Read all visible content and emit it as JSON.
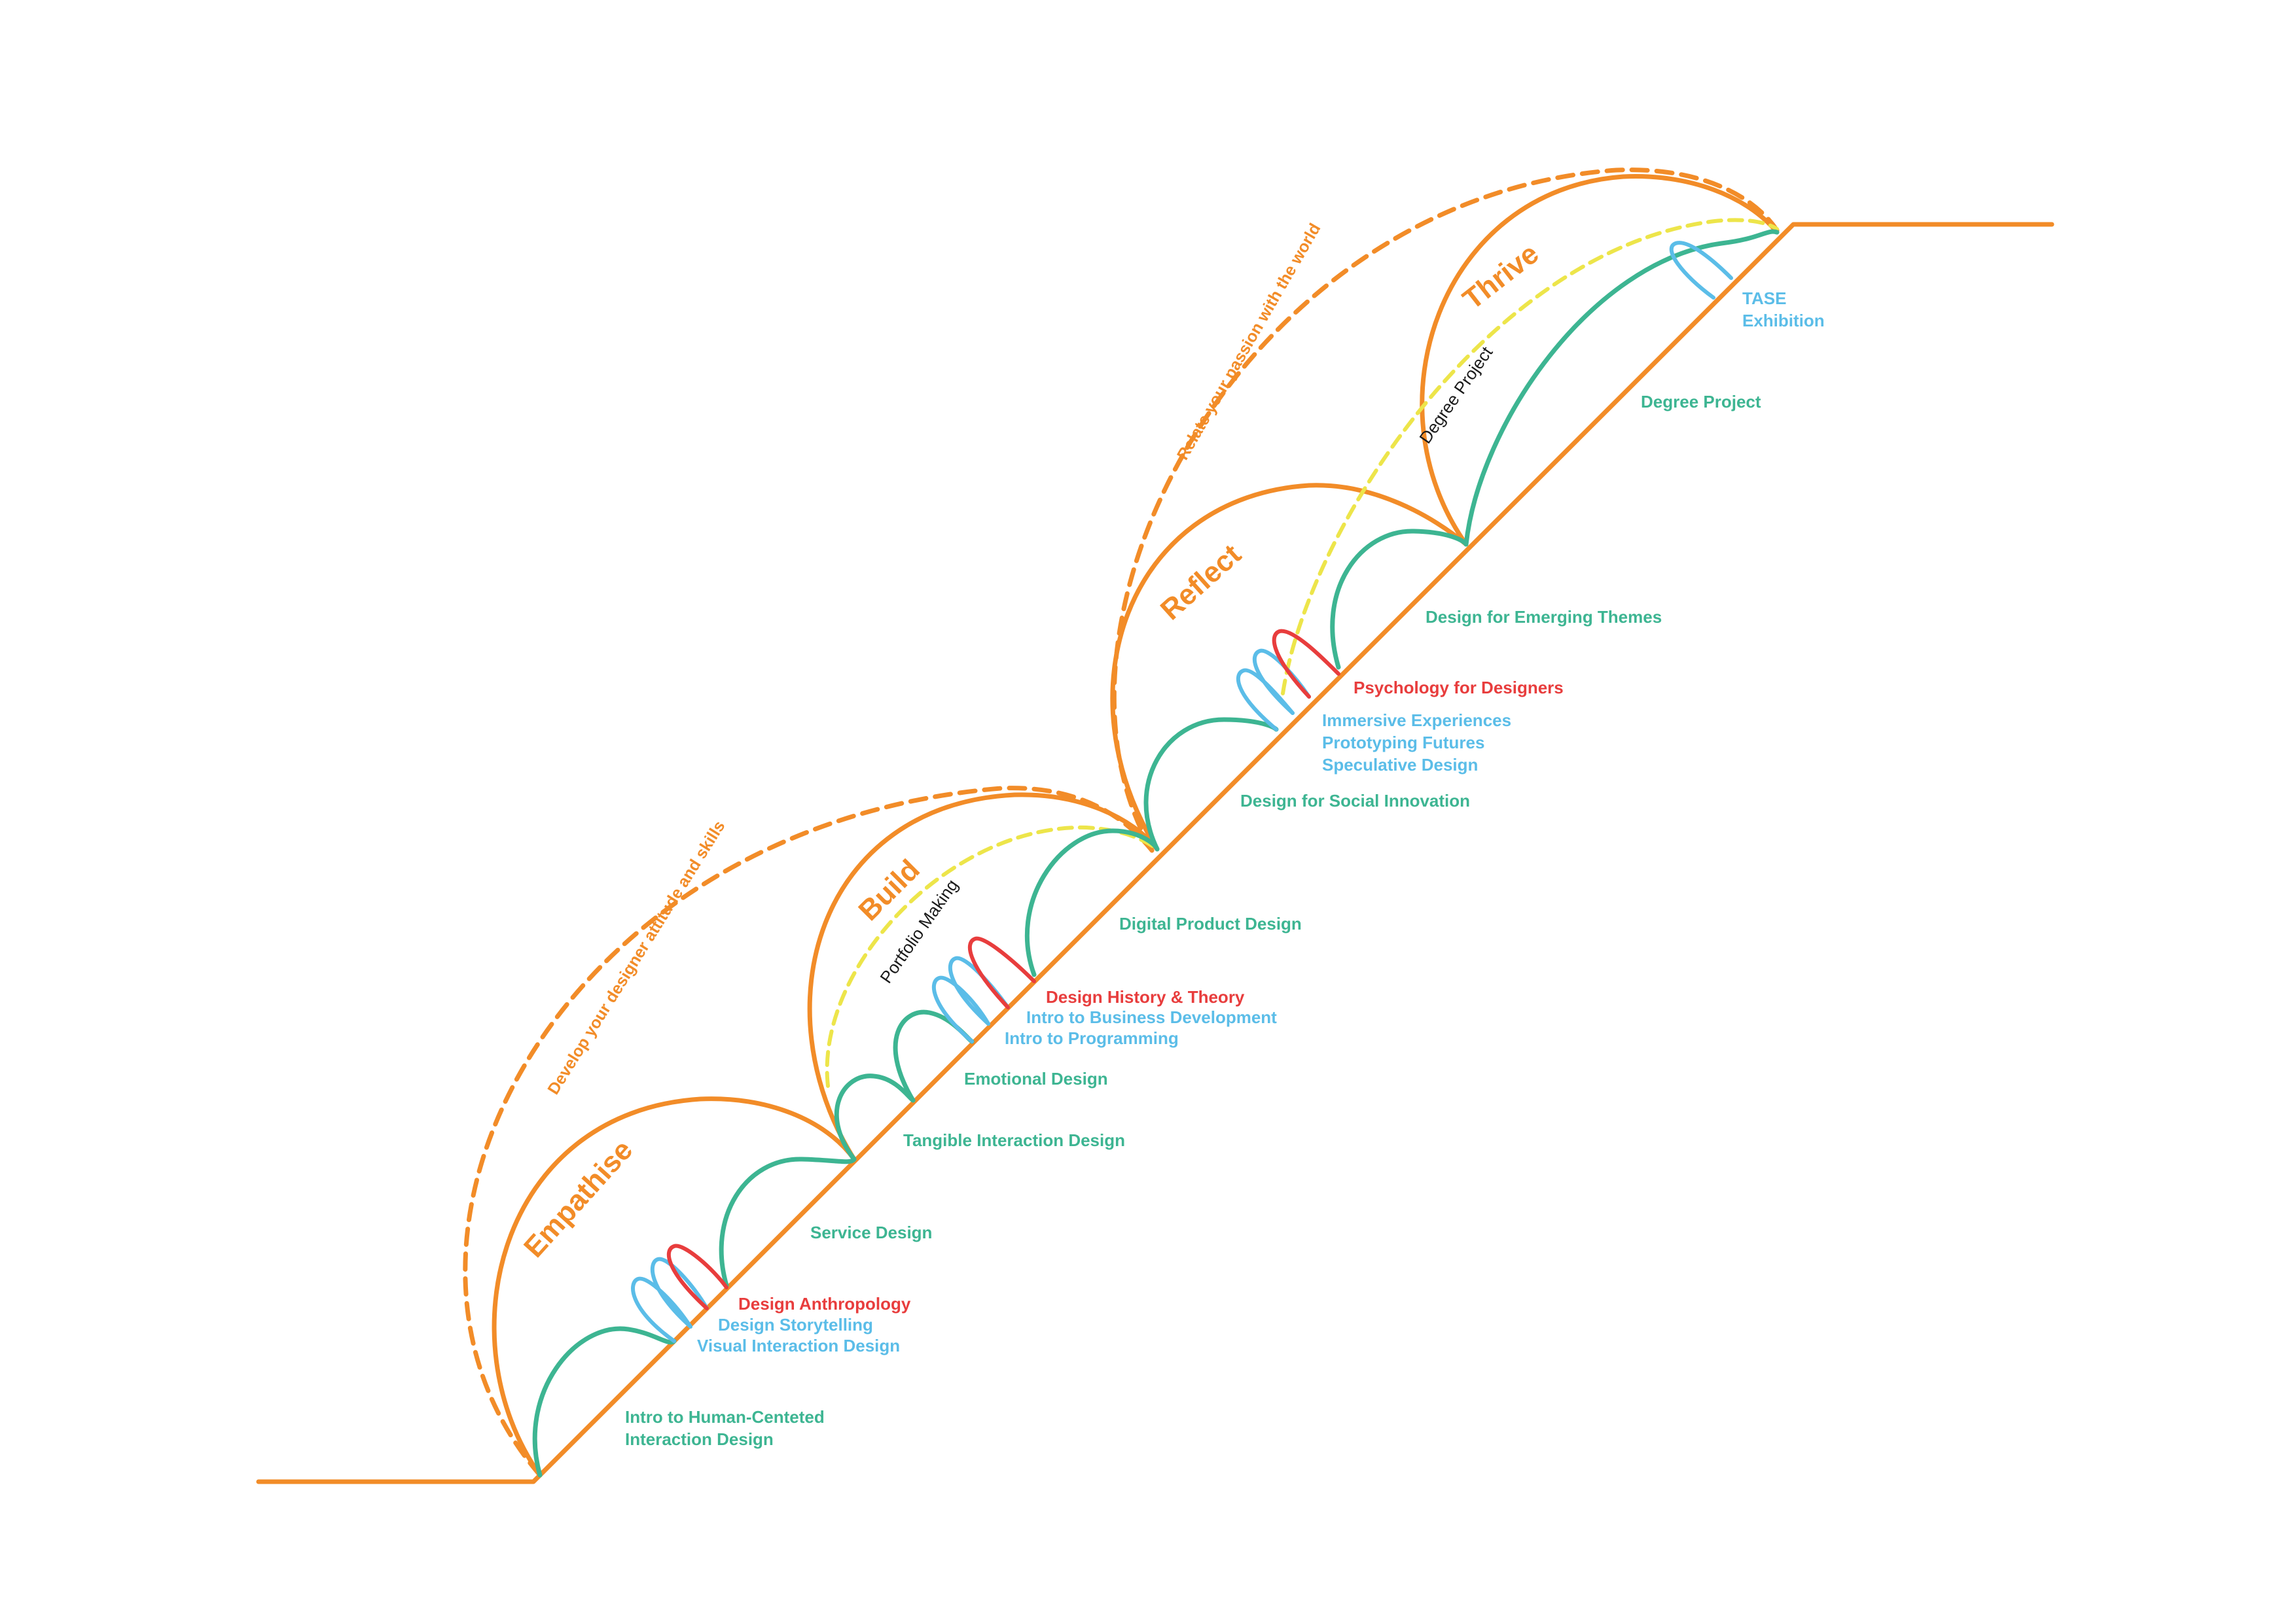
{
  "colors": {
    "orange": "#F28C28",
    "green": "#3DB592",
    "blue": "#5BBDE8",
    "red": "#E83D3D",
    "yellow": "#EDE54A",
    "black": "#1a1a1a"
  },
  "phases": [
    "Empathise",
    "Build",
    "Reflect",
    "Thrive"
  ],
  "tracks": {
    "develop": "Develop your designer attitude and skills",
    "relate": "Relate your passion with the world",
    "portfolio": "Portfolio Making",
    "degree_arc": "Degree Project"
  },
  "courses": {
    "intro_hci_1": "Intro to Human-Centeted",
    "intro_hci_2": "Interaction Design",
    "design_anthropology": "Design Anthropology",
    "design_storytelling": "Design Storytelling",
    "visual_interaction": "Visual Interaction Design",
    "service_design": "Service Design",
    "tangible": "Tangible Interaction Design",
    "emotional": "Emotional Design",
    "history_theory": "Design History & Theory",
    "business_dev": "Intro to Business Development",
    "programming": "Intro to Programming",
    "digital_product": "Digital Product Design",
    "social_innovation": "Design for Social Innovation",
    "psychology": "Psychology for Designers",
    "immersive": "Immersive Experiences",
    "prototyping": "Prototyping Futures",
    "speculative": "Speculative Design",
    "emerging": "Design for Emerging Themes",
    "degree_project": "Degree Project",
    "tase": "TASE",
    "exhibition": "Exhibition"
  }
}
